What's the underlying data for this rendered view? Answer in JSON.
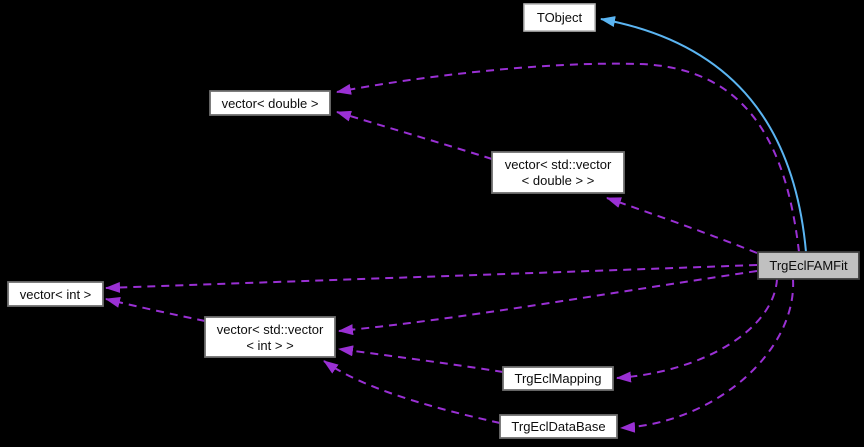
{
  "diagram_type": "doxygen-collaboration-graph",
  "colors": {
    "background": "#000000",
    "inheritance_edge": "#5bb5f2",
    "usage_edge": "#9a30d4",
    "node_fill": "#ffffff",
    "focus_node_fill": "#c0c0c0",
    "node_border": "#6f6f6f",
    "external_node_border": "#b5b5b5",
    "text": "#0d0d0d"
  },
  "nodes": {
    "tobject": {
      "label": "TObject"
    },
    "vector_double": {
      "label": "vector< double >"
    },
    "vector_std_vector_double": {
      "line1": "vector< std::vector",
      "line2": "< double > >"
    },
    "trgeclfamfit": {
      "label": "TrgEclFAMFit"
    },
    "vector_int": {
      "label": "vector< int >"
    },
    "vector_std_vector_int": {
      "line1": "vector< std::vector",
      "line2": "< int > >"
    },
    "trgeclmapping": {
      "label": "TrgEclMapping"
    },
    "trgecldatabase": {
      "label": "TrgEclDataBase"
    }
  },
  "edges": [
    {
      "from": "TrgEclFAMFit",
      "to": "TObject",
      "type": "inheritance",
      "style": "solid"
    },
    {
      "from": "TrgEclFAMFit",
      "to": "vector< double >",
      "type": "usage",
      "style": "dashed"
    },
    {
      "from": "vector< std::vector< double > >",
      "to": "vector< double >",
      "type": "usage",
      "style": "dashed"
    },
    {
      "from": "TrgEclFAMFit",
      "to": "vector< std::vector< double > >",
      "type": "usage",
      "style": "dashed"
    },
    {
      "from": "TrgEclFAMFit",
      "to": "vector< int >",
      "type": "usage",
      "style": "dashed"
    },
    {
      "from": "vector< std::vector< int > >",
      "to": "vector< int >",
      "type": "usage",
      "style": "dashed"
    },
    {
      "from": "TrgEclFAMFit",
      "to": "vector< std::vector< int > >",
      "type": "usage",
      "style": "dashed"
    },
    {
      "from": "TrgEclMapping",
      "to": "vector< std::vector< int > >",
      "type": "usage",
      "style": "dashed"
    },
    {
      "from": "TrgEclDataBase",
      "to": "vector< std::vector< int > >",
      "type": "usage",
      "style": "dashed"
    },
    {
      "from": "TrgEclFAMFit",
      "to": "TrgEclMapping",
      "type": "usage",
      "style": "dashed"
    },
    {
      "from": "TrgEclFAMFit",
      "to": "TrgEclDataBase",
      "type": "usage",
      "style": "dashed"
    }
  ]
}
